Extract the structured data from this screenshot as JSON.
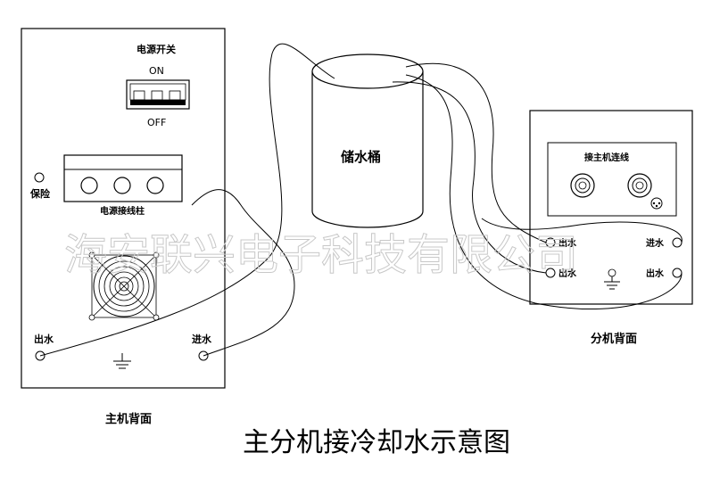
{
  "main_panel": {
    "power_switch_label": "电源开关",
    "switch_on": "ON",
    "switch_off": "OFF",
    "fuse_label": "保险",
    "terminal_label": "电源接线柱",
    "water_out": "出水",
    "water_in": "进水",
    "caption": "主机背面"
  },
  "tank": {
    "label": "储水桶"
  },
  "sub_panel": {
    "connector_label": "接主机连线",
    "left_out_1": "出水",
    "left_out_2": "出水",
    "right_in": "进水",
    "right_out": "出水",
    "caption": "分机背面"
  },
  "watermark": "海安联兴电子科技有限公司",
  "title": "主分机接冷却水示意图"
}
